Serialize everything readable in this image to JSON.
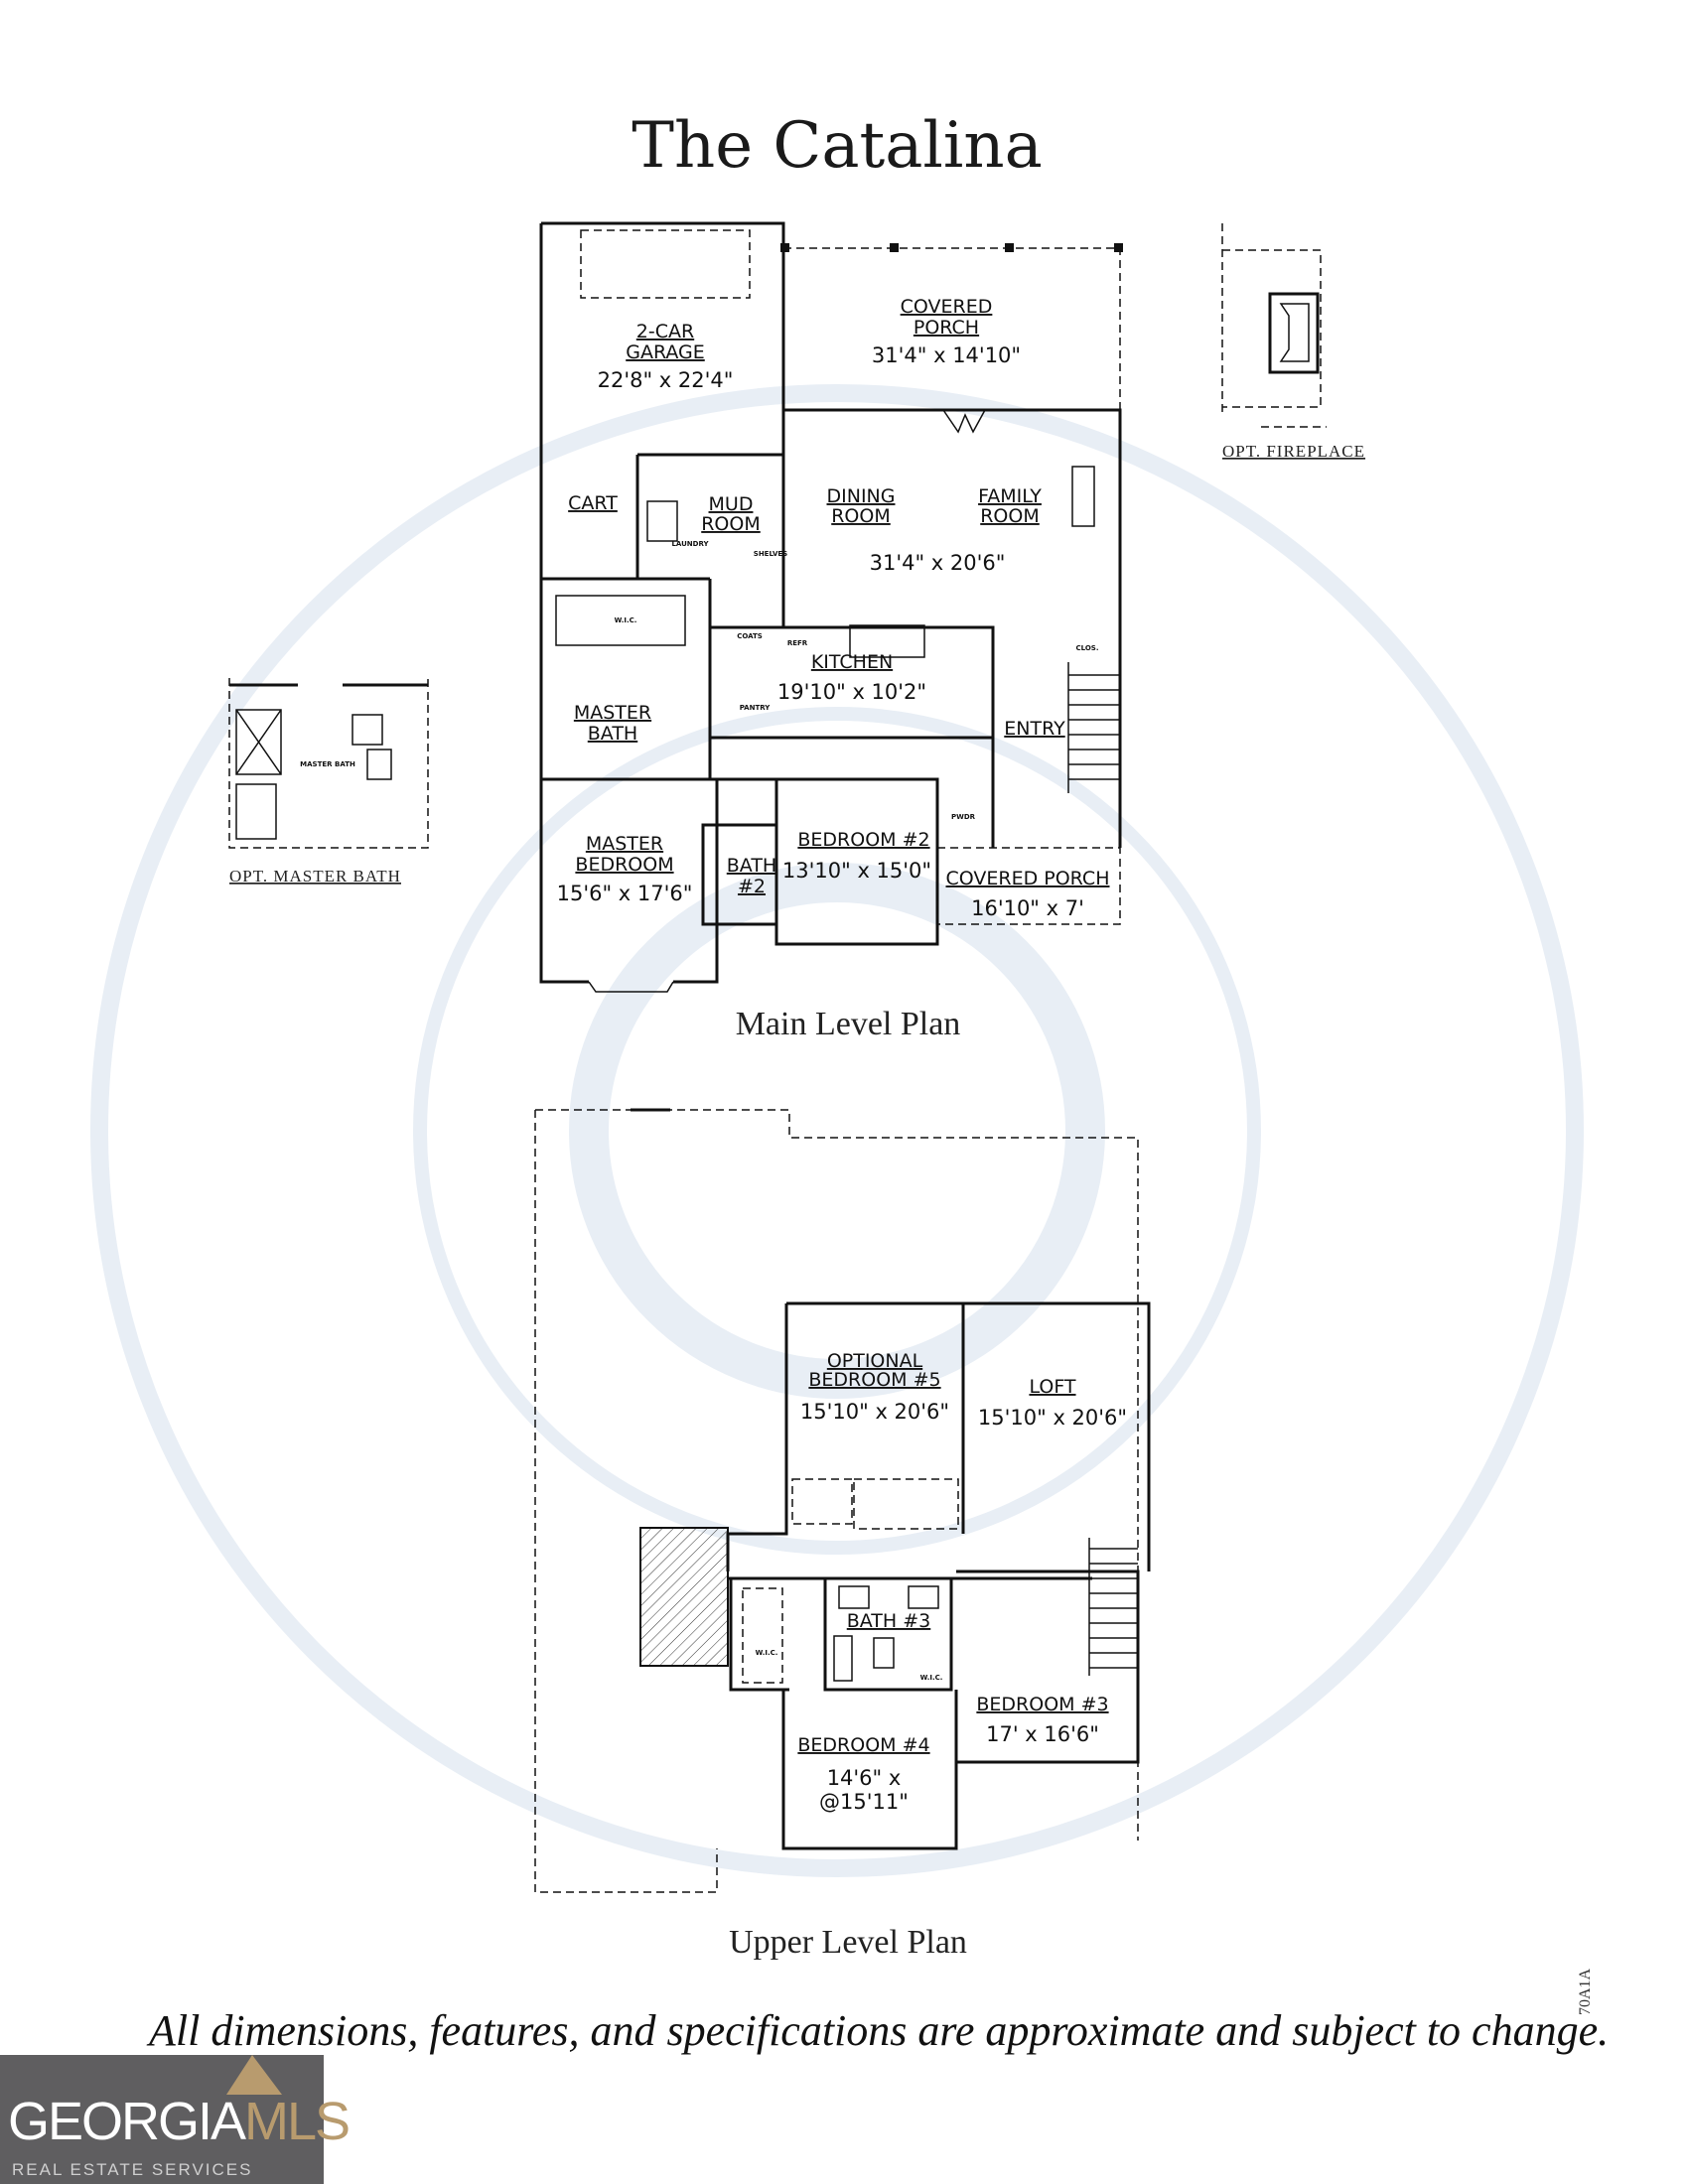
{
  "title": "The Catalina",
  "main_level": {
    "caption": "Main Level Plan",
    "rooms": {
      "garage": {
        "name1": "2-CAR",
        "name2": "GARAGE",
        "dims": "22'8\" x 22'4\""
      },
      "covered_porch_rear": {
        "name1": "COVERED",
        "name2": "PORCH",
        "dims": "31'4\" x 14'10\""
      },
      "cart": {
        "name": "CART"
      },
      "mud_room": {
        "name1": "MUD",
        "name2": "ROOM"
      },
      "dining_room": {
        "name1": "DINING",
        "name2": "ROOM"
      },
      "family_room": {
        "name1": "FAMILY",
        "name2": "ROOM"
      },
      "dining_family_dims": "31'4\" x 20'6\"",
      "kitchen": {
        "name": "KITCHEN",
        "dims": "19'10\" x 10'2\""
      },
      "master_bath": {
        "name1": "MASTER",
        "name2": "BATH"
      },
      "entry": {
        "name": "ENTRY"
      },
      "master_bedroom": {
        "name1": "MASTER",
        "name2": "BEDROOM",
        "dims": "15'6\" x 17'6\""
      },
      "bedroom_2": {
        "name": "BEDROOM #2",
        "dims": "13'10\" x 15'0\""
      },
      "bath_2": {
        "name1": "BATH",
        "name2": "#2"
      },
      "covered_porch_front": {
        "name": "COVERED PORCH",
        "dims": "16'10\" x 7'"
      }
    },
    "small_labels": {
      "wic": "W.I.C.",
      "laundry": "LAUNDRY",
      "coats": "COATS",
      "pantry": "PANTRY",
      "clos": "CLOS.",
      "pwdr": "PWDR",
      "refr": "REFR",
      "shelves": "SHELVES"
    }
  },
  "opt_fireplace": {
    "label": "OPT.  FIREPLACE"
  },
  "opt_master_bath": {
    "label": "OPT.  MASTER  BATH",
    "inner": "MASTER BATH"
  },
  "upper_level": {
    "caption": "Upper Level Plan",
    "rooms": {
      "bedroom_5": {
        "name1": "OPTIONAL",
        "name2": "BEDROOM #5",
        "dims": "15'10\" x 20'6\""
      },
      "loft": {
        "name": "LOFT",
        "dims": "15'10\" x 20'6\""
      },
      "bath_3": {
        "name": "BATH #3"
      },
      "bedroom_3": {
        "name": "BEDROOM #3",
        "dims": "17' x 16'6\""
      },
      "bedroom_4": {
        "name": "BEDROOM #4",
        "dims1": "14'6\" x",
        "dims2": "@15'11\""
      },
      "wic_1": "W.I.C.",
      "wic_2": "W.I.C."
    }
  },
  "disclaimer": "All dimensions, features, and specifications are approximate and subject to change.",
  "plan_code": "70A1A",
  "logo": {
    "word1": "GEORGIA",
    "word2": "MLS",
    "sub": "REAL ESTATE SERVICES"
  },
  "colors": {
    "watermark": "#e8eef5",
    "logo_bg": "#5f5e60",
    "logo_accent": "#b89b6e"
  }
}
